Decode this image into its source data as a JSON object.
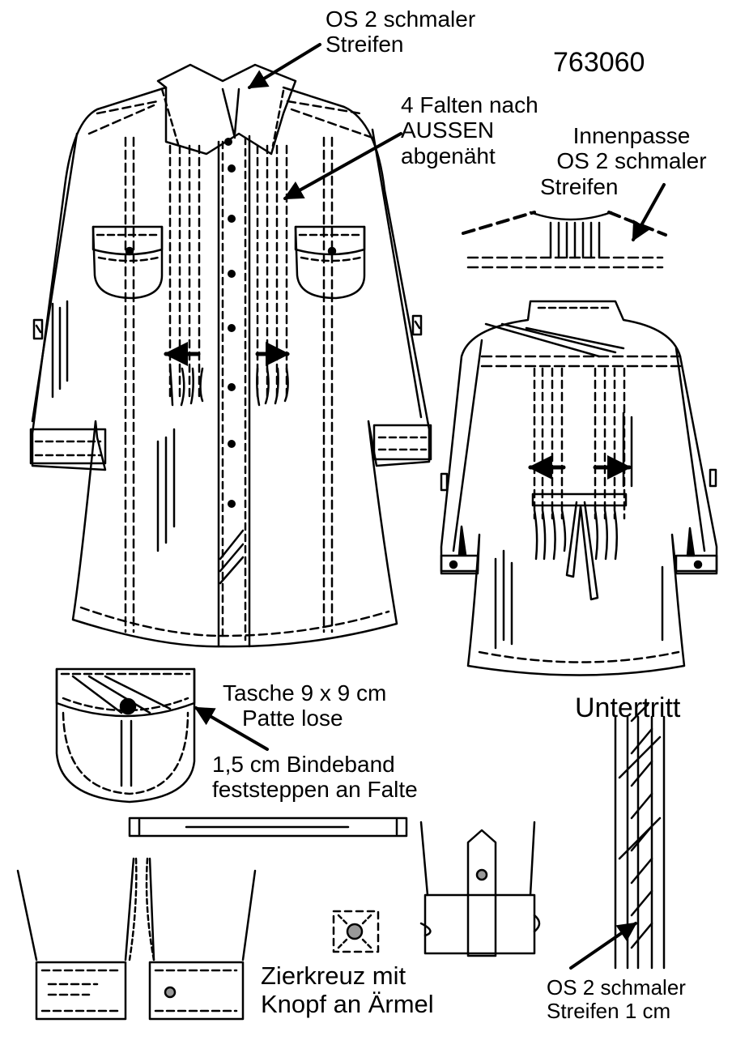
{
  "style_no": "763060",
  "labels": {
    "collar_stripe": [
      "OS 2 schmaler",
      "Streifen"
    ],
    "pleats": [
      "4 Falten nach",
      "AUSSEN",
      "abgenäht"
    ],
    "inner_yoke": [
      "Innenpasse",
      "OS 2 schmaler",
      "Streifen"
    ],
    "pocket": [
      "Tasche 9 x 9 cm",
      "Patte lose"
    ],
    "tie_band": [
      "1,5 cm Bindeband",
      "feststeppen an Falte"
    ],
    "underlap_title": "Untertritt",
    "underlap_stripe": [
      "OS 2 schmaler",
      "Streifen 1 cm"
    ],
    "cross_button": [
      "Zierkreuz mit",
      "Knopf an Ärmel"
    ]
  },
  "colors": {
    "ink": "#000000",
    "paper": "#ffffff",
    "button_fill": "#999999"
  }
}
